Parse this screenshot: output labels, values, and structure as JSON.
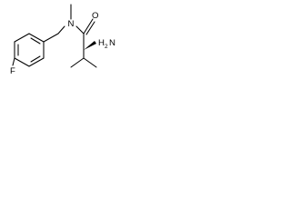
{
  "molecule": {
    "atoms": {
      "nitrogen": "N",
      "oxygen": "O",
      "fluorine": "F",
      "amine_nitrogen": "N",
      "amine_hydrogen": "H",
      "amine_subscript": "2"
    },
    "colors": {
      "bond": "#000000",
      "label": "#000000",
      "background": "#ffffff"
    }
  }
}
